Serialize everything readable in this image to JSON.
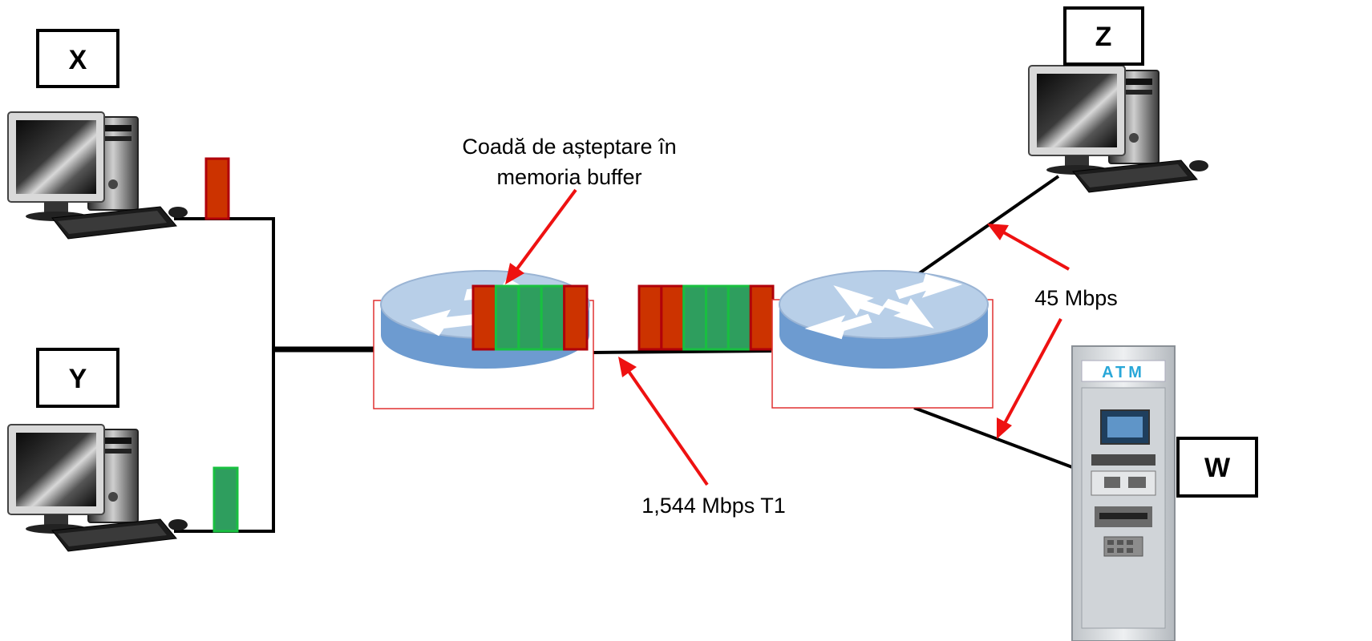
{
  "nodes": {
    "x": "X",
    "y": "Y",
    "z": "Z",
    "w": "W"
  },
  "annotations": {
    "queue_line1": "Coadă de așteptare în",
    "queue_line2": "memoria buffer",
    "t1_link": "1,544 Mbps T1",
    "fast_link": "45 Mbps"
  },
  "atm_sign": "ATM",
  "colors": {
    "packet_red": "#cc3300",
    "packet_green": "#2e9e5e",
    "packet_border_red": "#b0000a",
    "packet_border_green": "#18c040",
    "arrow_red": "#ee1111",
    "router_top": "#b8cfe8",
    "router_side": "#6d9bd0",
    "line": "#000000"
  },
  "queues": {
    "router1": [
      "red",
      "green",
      "green",
      "green",
      "red"
    ],
    "between_routers": [
      "red",
      "red",
      "green",
      "green",
      "green",
      "red"
    ]
  },
  "packets_at_hosts": {
    "x": "red",
    "y": "green"
  }
}
